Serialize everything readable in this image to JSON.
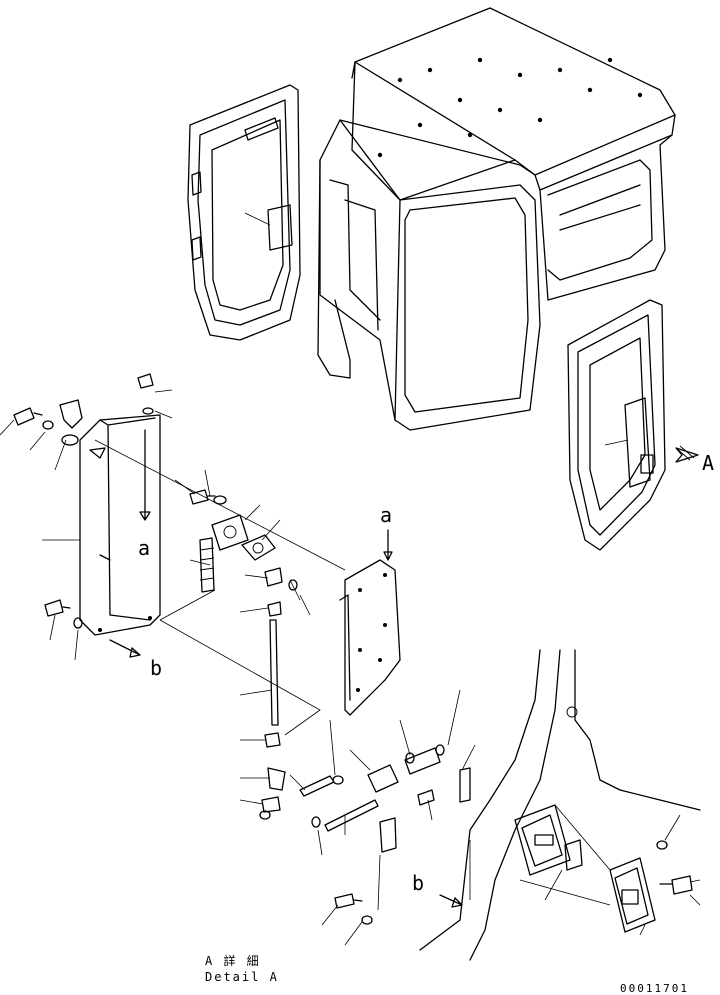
{
  "view_label": "A",
  "section_labels": {
    "a": "a",
    "b": "b"
  },
  "caption": {
    "jp": "A 詳 細",
    "en": "Detail A"
  },
  "drawing_number": "00011701"
}
